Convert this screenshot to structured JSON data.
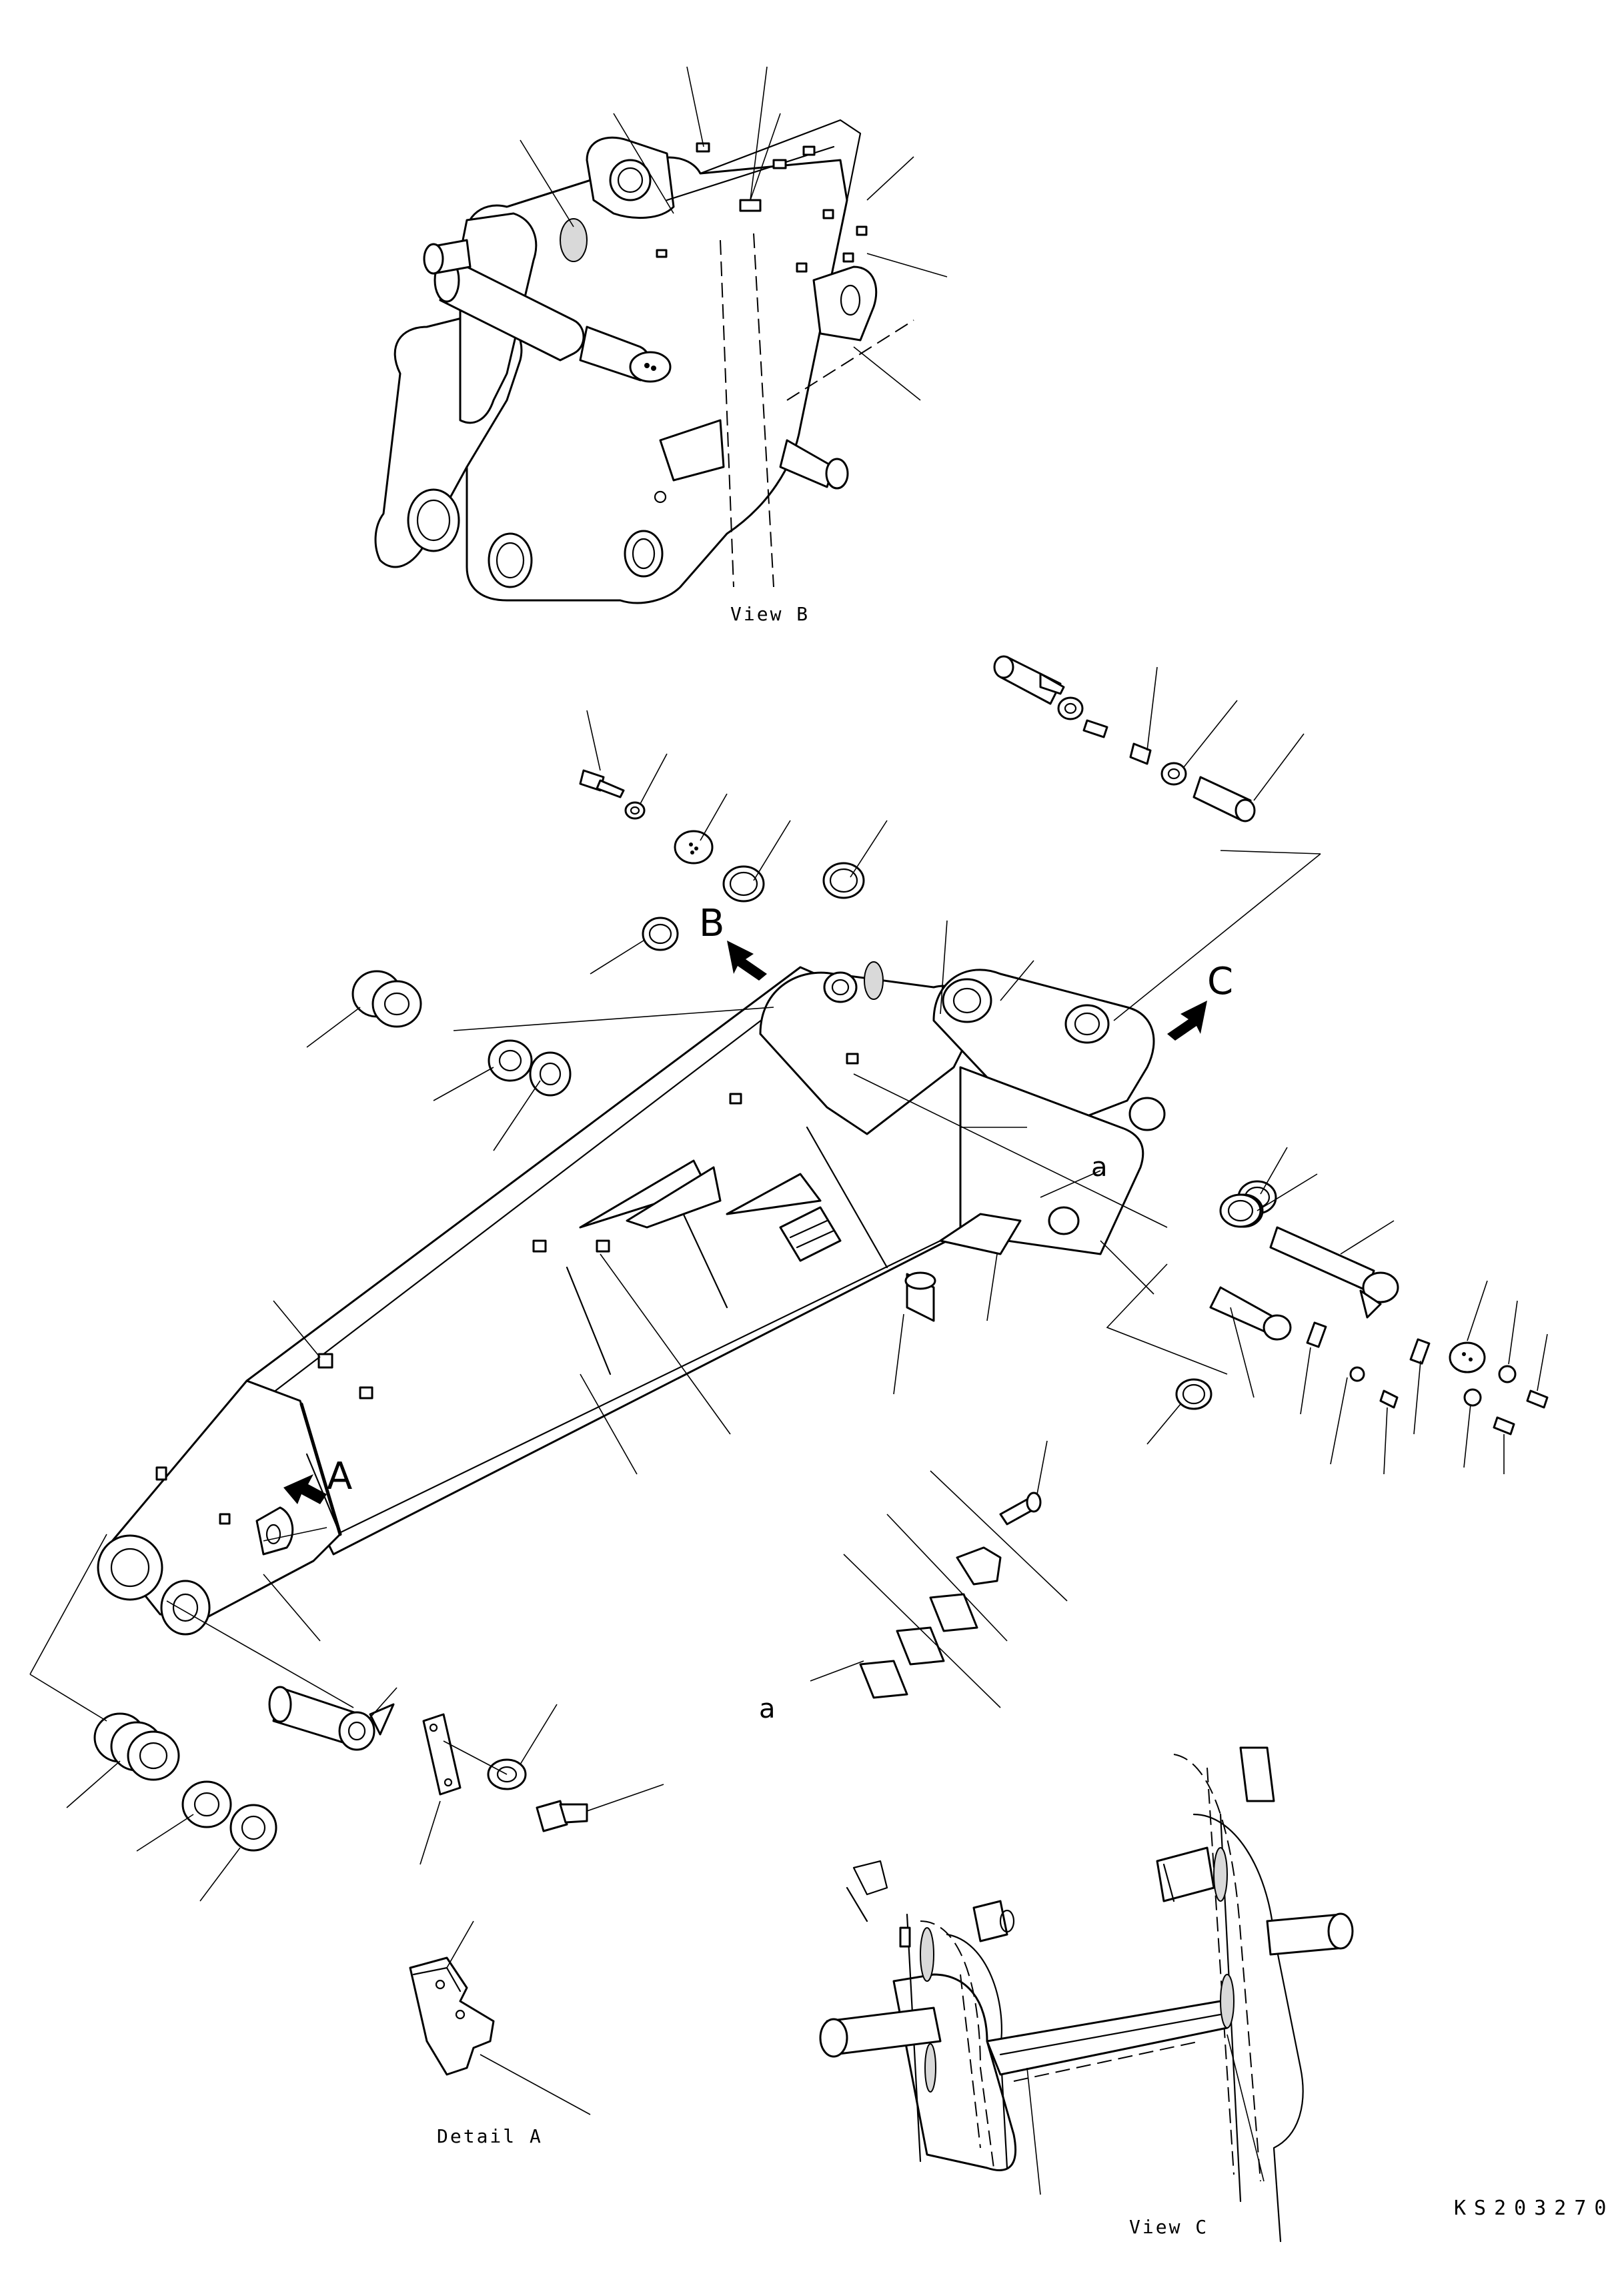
{
  "captions": {
    "view_b": "View B",
    "view_c": "View C",
    "detail_a": "Detail A"
  },
  "markers": {
    "a_upper": "A",
    "b": "B",
    "c": "C",
    "a_small_upper": "a",
    "a_small_lower": "a"
  },
  "drawing_code": "KS203270",
  "icons": {
    "view_arrow": "view-direction-arrow-icon"
  }
}
